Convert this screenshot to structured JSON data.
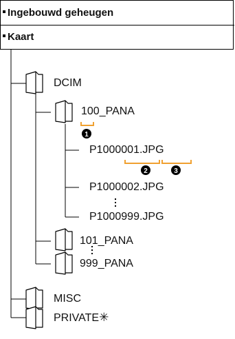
{
  "header": {
    "items": [
      "Ingebouwd geheugen",
      "Kaart"
    ]
  },
  "tree": {
    "dcim": "DCIM",
    "folder1": "100_PANA",
    "file1": "P1000001.JPG",
    "file2": "P1000002.JPG",
    "file3": "P1000999.JPG",
    "folder2": "101_PANA",
    "folder3": "999_PANA",
    "misc": "MISC",
    "private": "PRIVATE",
    "private_mark": "✳"
  },
  "markers": [
    "1",
    "2",
    "3"
  ],
  "colors": {
    "bracket": "#f0a030",
    "lines": "#000000"
  }
}
